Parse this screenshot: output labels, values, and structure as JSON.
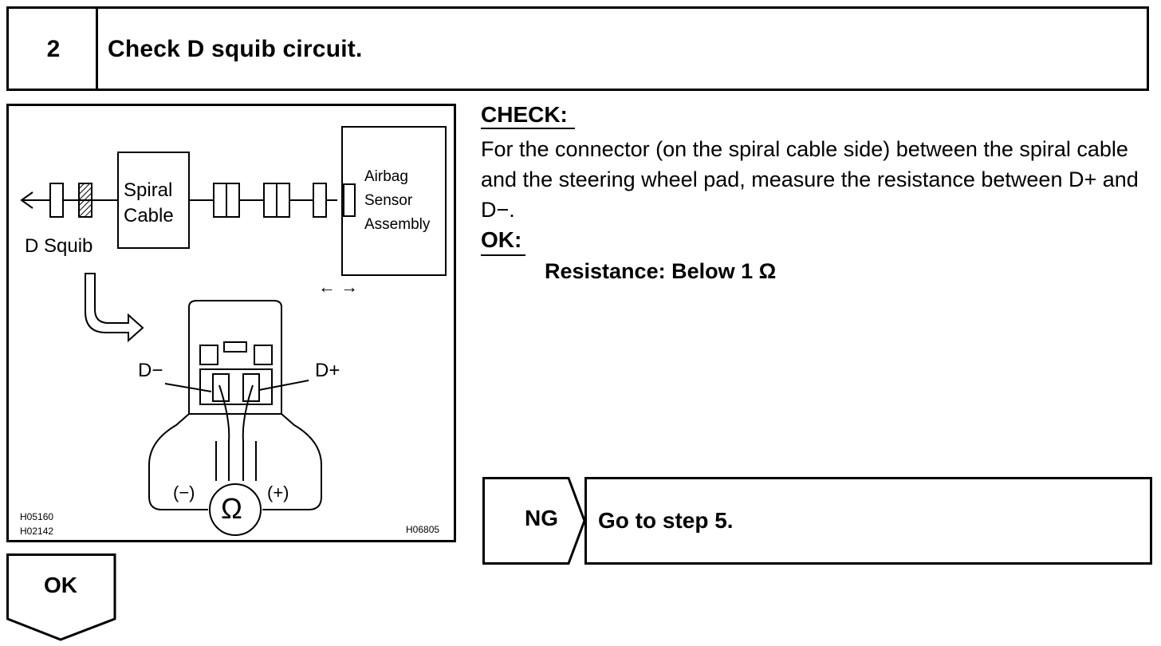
{
  "step": {
    "number": "2",
    "title": "Check D squib circuit."
  },
  "diagram": {
    "spiral_cable_line1": "Spiral",
    "spiral_cable_line2": "Cable",
    "d_squib": "D Squib",
    "airbag_line1": "Airbag",
    "airbag_line2": "Sensor",
    "airbag_line3": "Assembly",
    "d_minus": "D−",
    "d_plus": "D+",
    "meter_minus": "(−)",
    "meter_plus": "(+)",
    "ohm_symbol": "Ω",
    "code_1": "H05160",
    "code_2": "H02142",
    "code_3": "H06805",
    "arrow_symbol": "← →"
  },
  "check": {
    "heading": "CHECK:",
    "text": "For the connector (on the spiral cable side) between the spiral cable and the steering wheel pad, measure the resistance between D+ and D−."
  },
  "ok_spec": {
    "heading": "OK:",
    "value": "Resistance: Below 1 Ω"
  },
  "ng": {
    "label": "NG",
    "action": "Go to step 5."
  },
  "ok_result": {
    "label": "OK"
  }
}
